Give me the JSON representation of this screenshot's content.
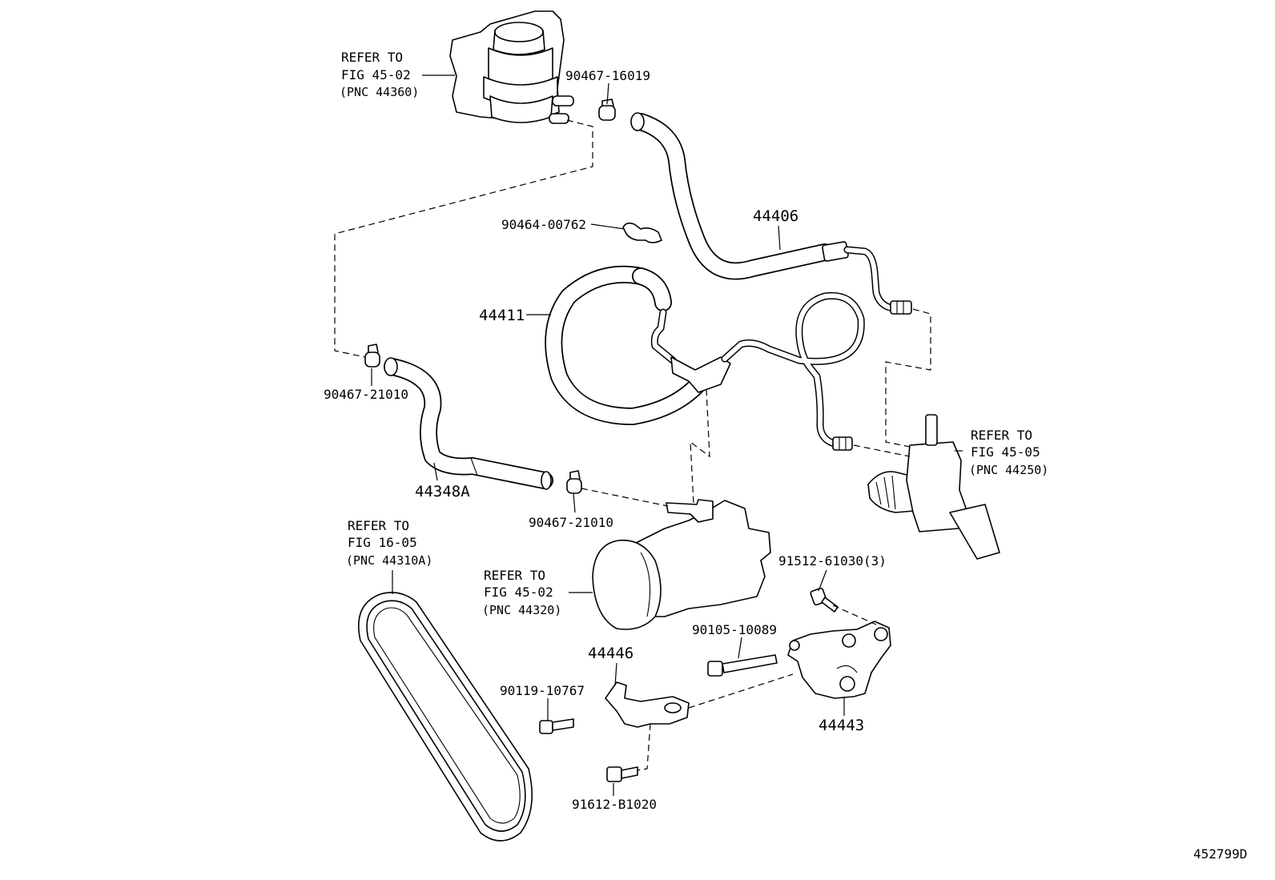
{
  "figure_code": "452799D",
  "labels": {
    "refer_reservoir": [
      "REFER TO",
      "FIG 45-02",
      "(PNC 44360)"
    ],
    "refer_gear": [
      "REFER TO",
      "FIG 45-05",
      "(PNC 44250)"
    ],
    "refer_belt": [
      "REFER TO",
      "FIG 16-05",
      "(PNC 44310A)"
    ],
    "refer_pump": [
      "REFER TO",
      "FIG 45-02",
      "(PNC 44320)"
    ],
    "p_90467_16019": "90467-16019",
    "p_90464_00762": "90464-00762",
    "p_44406": "44406",
    "p_44411": "44411",
    "p_90467_21010_a": "90467-21010",
    "p_44348A": "44348A",
    "p_90467_21010_b": "90467-21010",
    "p_91512_61030": "91512-61030(3)",
    "p_90105_10089": "90105-10089",
    "p_44446": "44446",
    "p_90119_10767": "90119-10767",
    "p_44443": "44443",
    "p_91612_B1020": "91612-B1020"
  }
}
